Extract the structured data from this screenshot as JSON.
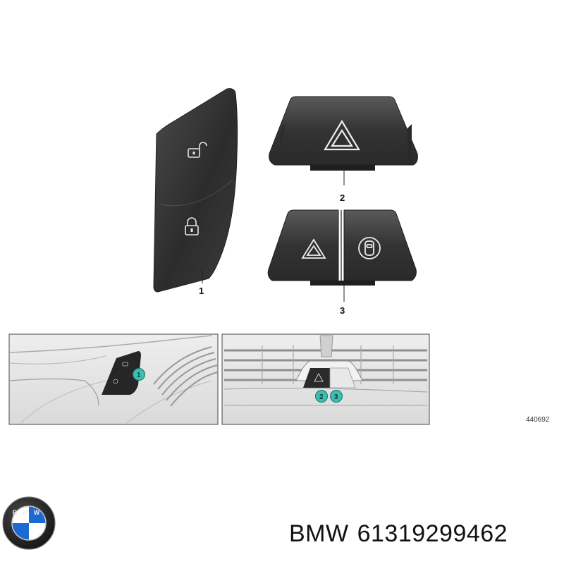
{
  "diagram": {
    "parts": [
      {
        "number": "1"
      },
      {
        "number": "2"
      },
      {
        "number": "3"
      }
    ],
    "callouts": {
      "left_panel": [
        "1"
      ],
      "right_panel": [
        "2",
        "3"
      ]
    },
    "drawing_code": "440692"
  },
  "logo": {
    "brand_text": "BMW",
    "colors": {
      "blue": "#1c69d4",
      "white": "#ffffff",
      "ring": "#1a1a1a"
    }
  },
  "caption": {
    "brand": "BMW",
    "part_number": "61319299462"
  },
  "colors": {
    "part_dark": "#3a3a3a",
    "callout_teal": "#3bbfb0",
    "panel_gray": "#e6e6e6"
  }
}
